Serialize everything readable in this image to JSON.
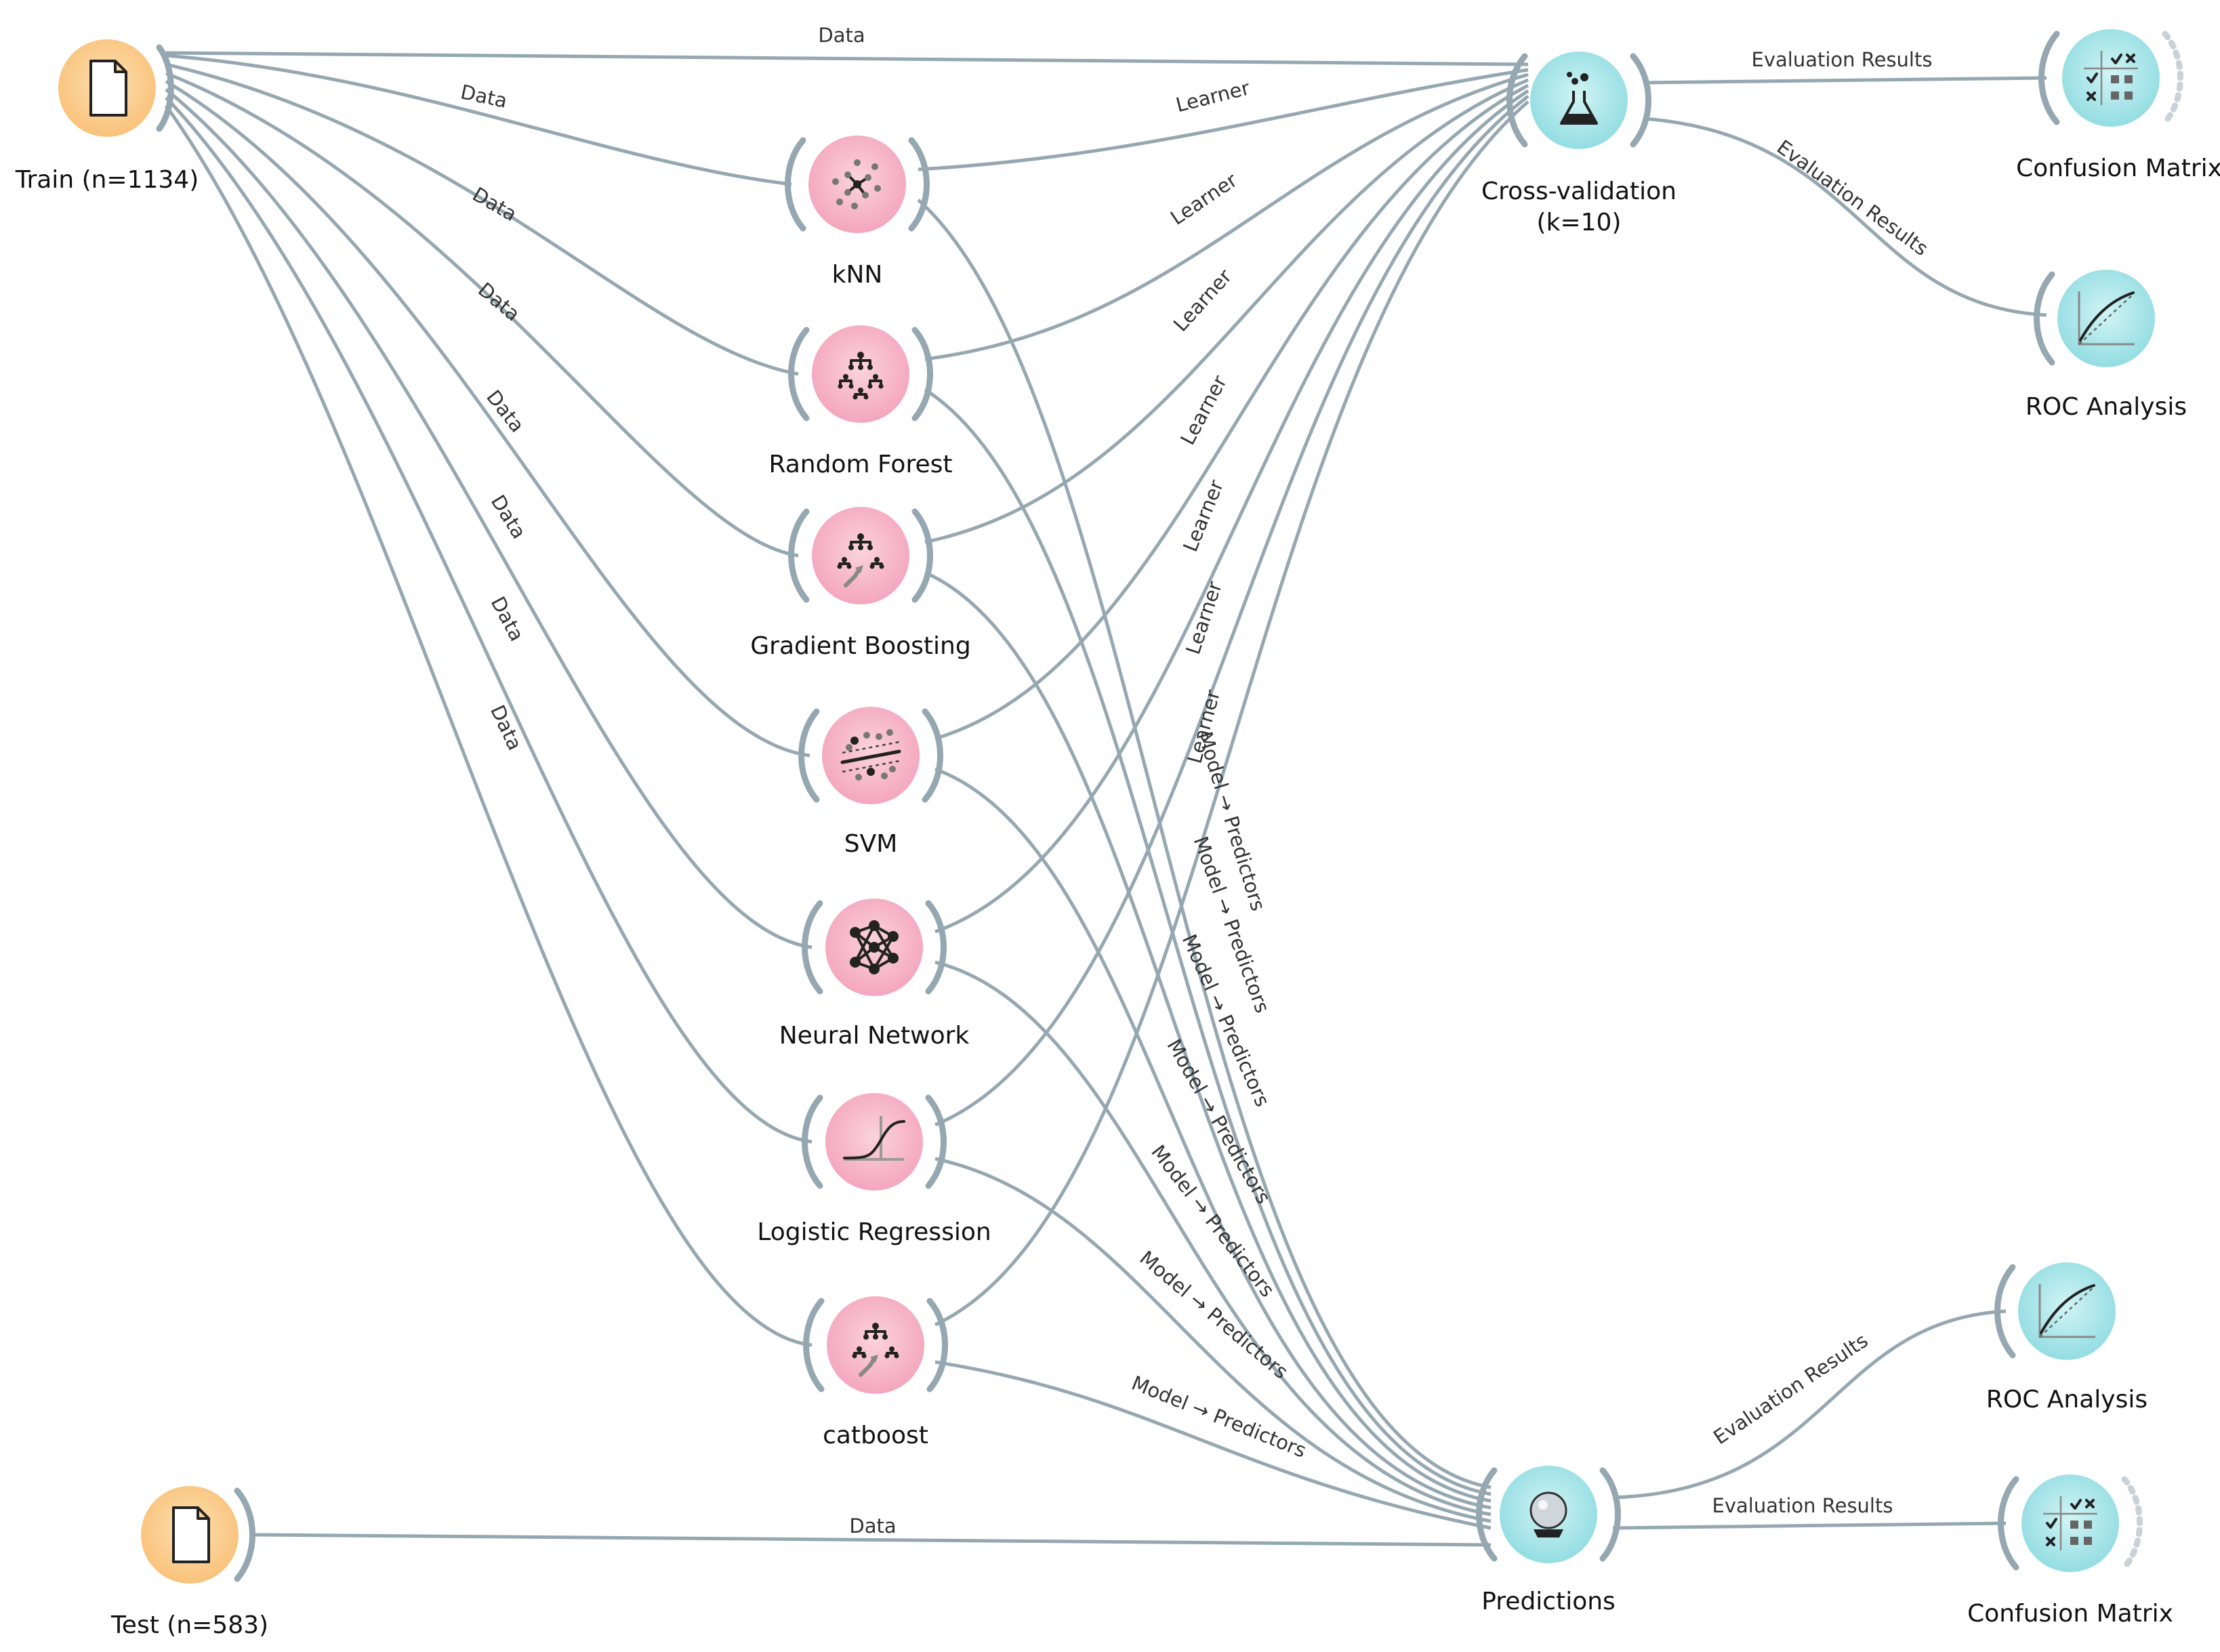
{
  "nodes": {
    "train": {
      "title": "Train (n=1134)"
    },
    "test": {
      "title": "Test (n=583)"
    },
    "knn": {
      "title": "kNN"
    },
    "random_forest": {
      "title": "Random Forest"
    },
    "gradient_boosting": {
      "title": "Gradient Boosting"
    },
    "svm": {
      "title": "SVM"
    },
    "neural_network": {
      "title": "Neural Network"
    },
    "logistic_regression": {
      "title": "Logistic Regression"
    },
    "catboost": {
      "title": "catboost"
    },
    "cross_validation": {
      "title_line1": "Cross-validation",
      "title_line2": "(k=10)"
    },
    "predictions": {
      "title": "Predictions"
    },
    "confusion_matrix_top": {
      "title": "Confusion Matrix"
    },
    "roc_top": {
      "title": "ROC Analysis"
    },
    "roc_bottom": {
      "title": "ROC Analysis"
    },
    "confusion_matrix_bottom": {
      "title": "Confusion Matrix"
    }
  },
  "link_labels": {
    "data": "Data",
    "learner": "Learner",
    "model_predictors": "Model → Predictors",
    "evaluation_results": "Evaluation Results"
  },
  "colors": {
    "data_node": "#fbcf8f",
    "model_node": "#f7b7cb",
    "eval_node": "#a6e6ea",
    "link": "#95a7b0"
  }
}
